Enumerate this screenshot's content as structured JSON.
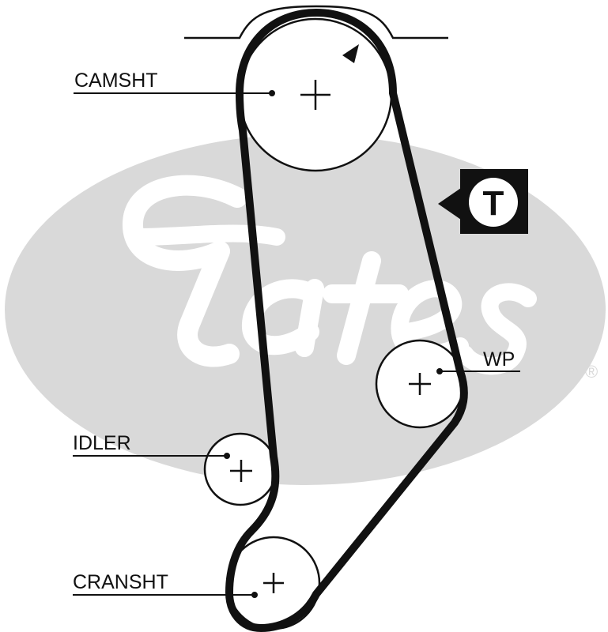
{
  "labels": {
    "camshaft": "CAMSHT",
    "water_pump": "WP",
    "idler": "IDLER",
    "crankshaft": "CRANSHT"
  },
  "tensioner_badge": "T",
  "watermark": {
    "brand": "Gates",
    "registered_mark": "®"
  },
  "colors": {
    "belt": "#111111",
    "watermark": "#d9d9d9",
    "badge_background": "#111111",
    "badge_circle": "#ffffff"
  }
}
